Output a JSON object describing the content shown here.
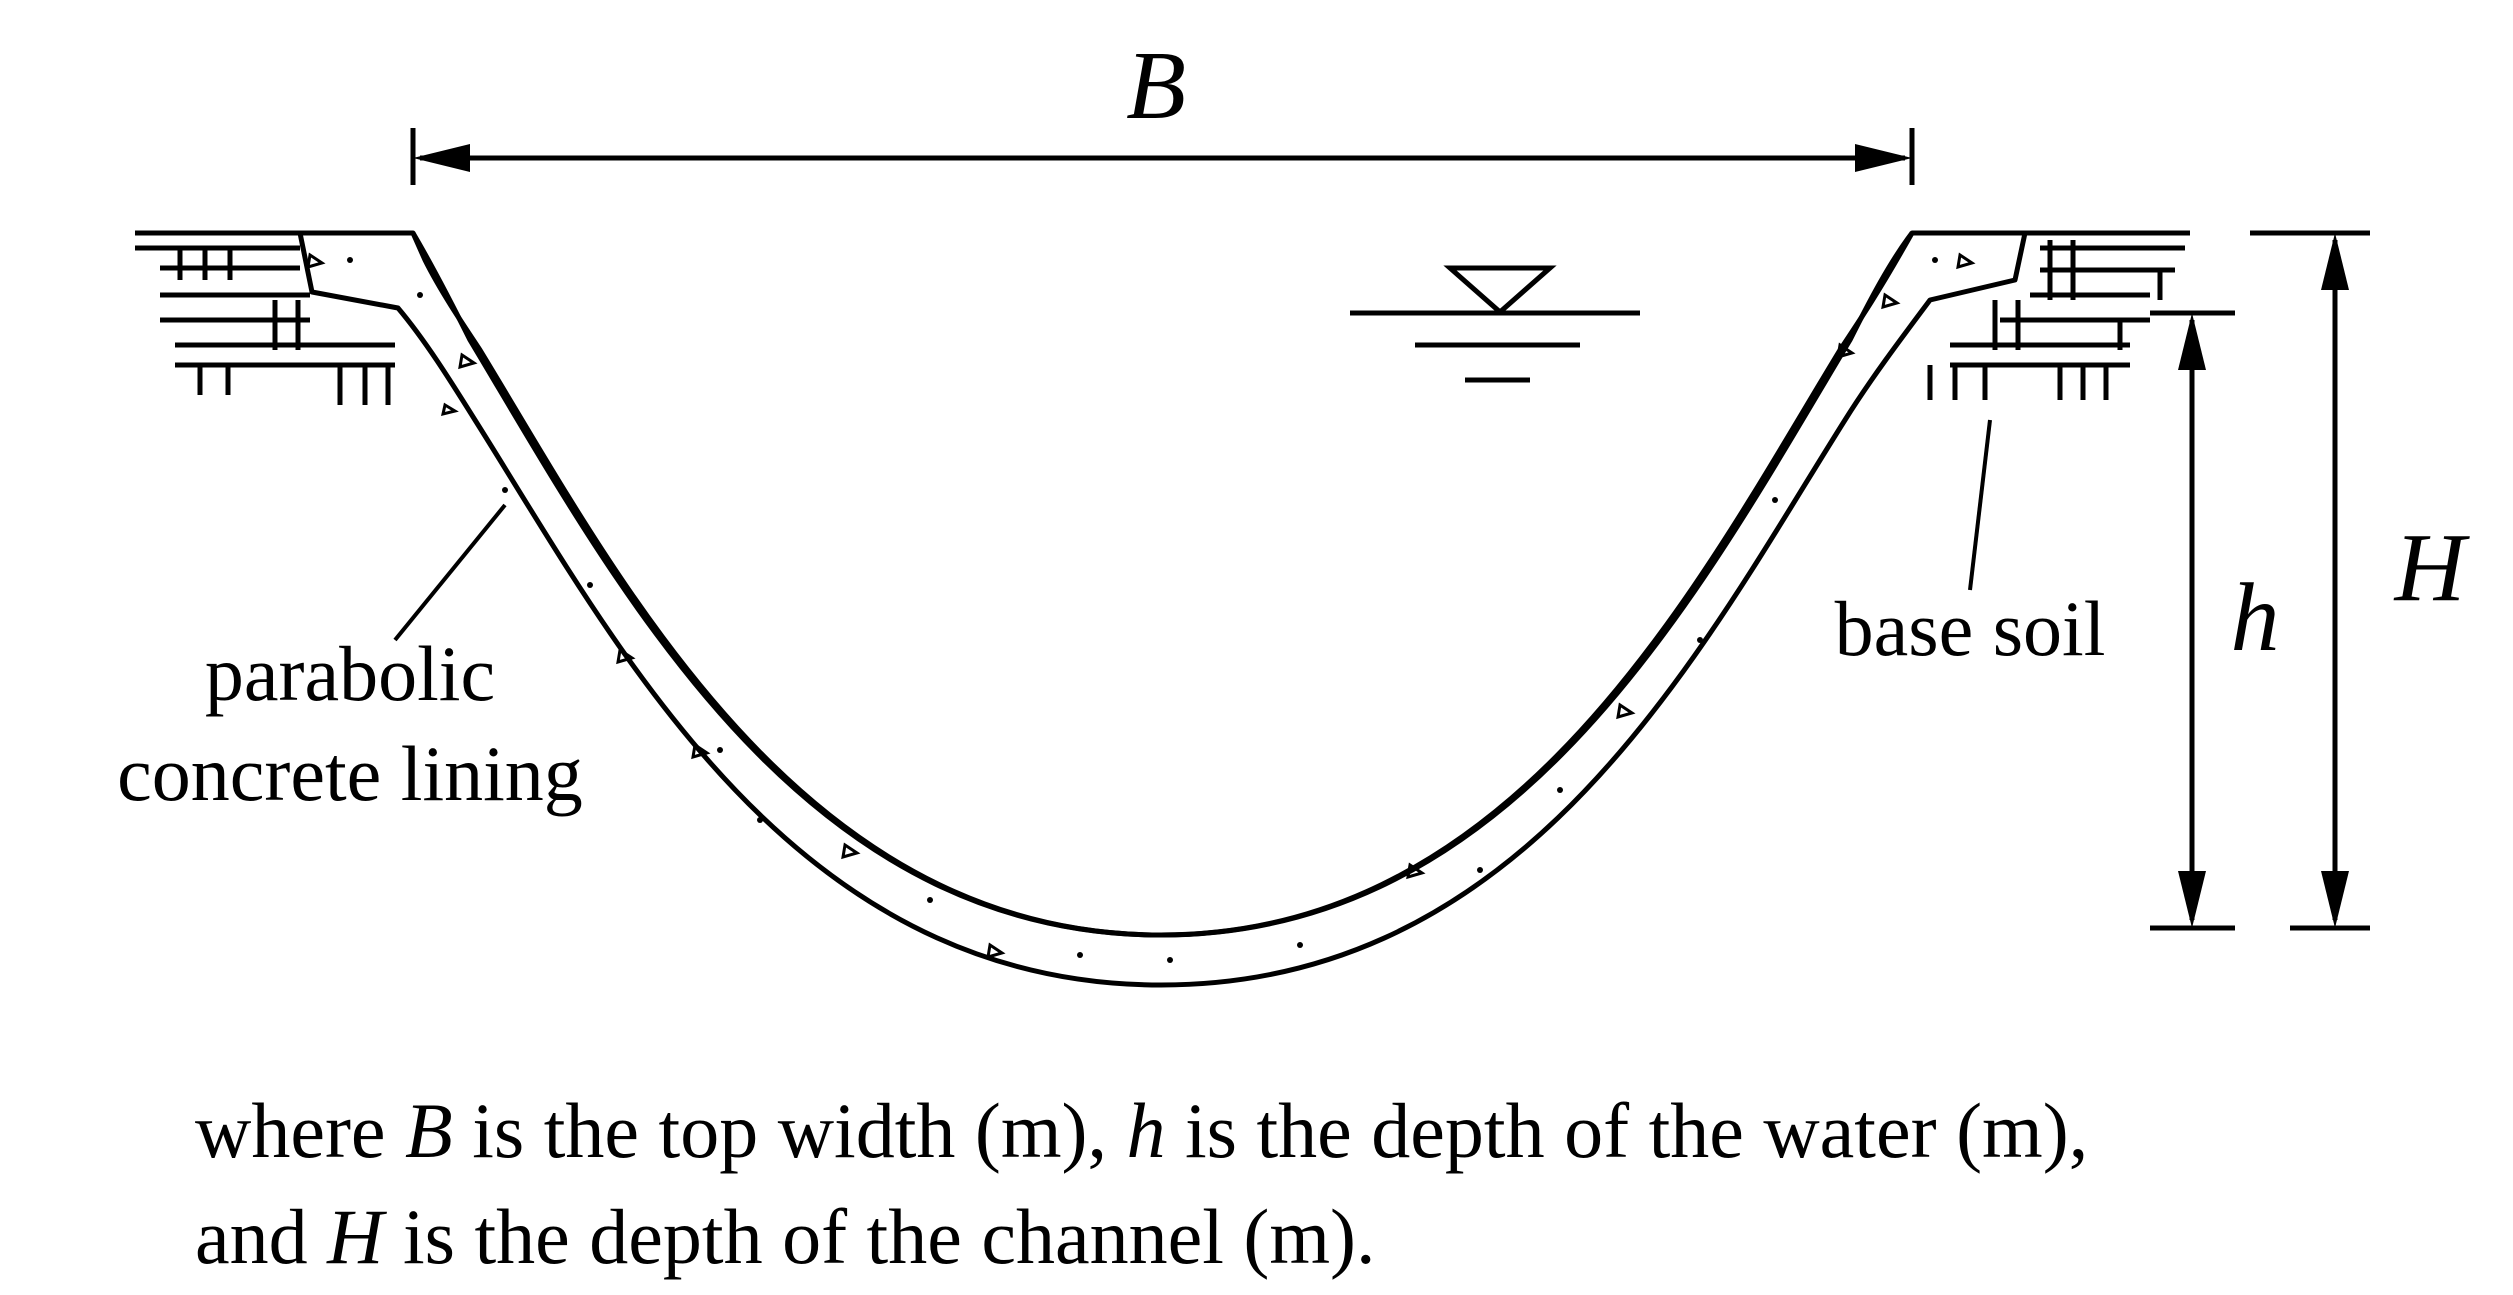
{
  "labels": {
    "top_width_symbol": "B",
    "channel_depth_symbol": "H",
    "water_depth_symbol": "h",
    "lining_line1": "parabolic",
    "lining_line2": "concrete lining",
    "soil_label": "base soil"
  },
  "caption": {
    "where": "where ",
    "b": "B",
    "t1": " is the top width (m), ",
    "h": "h",
    "t2": " is the depth of the water (m),",
    "and": "and ",
    "H": "H",
    "t3": " is the depth of the channel (m)."
  }
}
